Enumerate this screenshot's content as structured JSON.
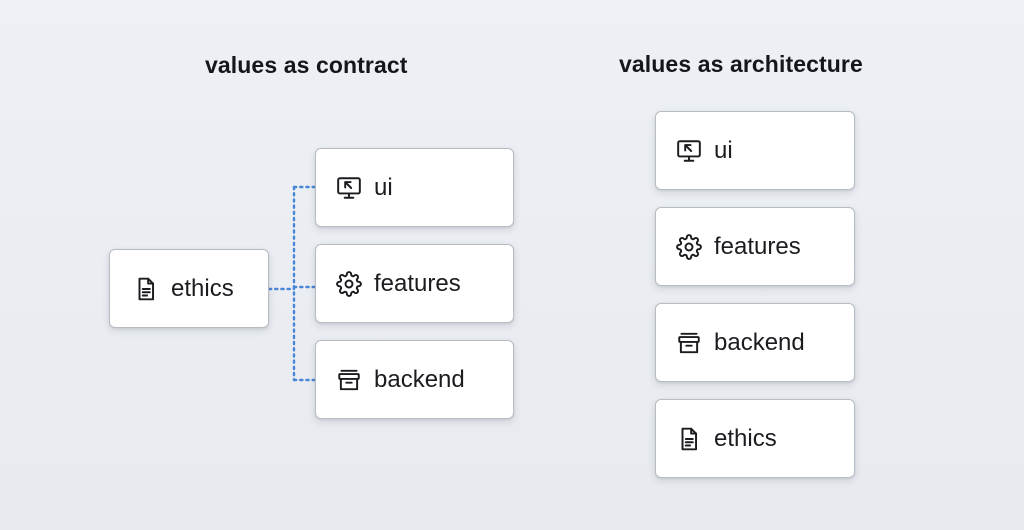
{
  "left_panel": {
    "title": "values as contract",
    "source_node": {
      "label": "ethics",
      "icon": "document-icon"
    },
    "target_nodes": [
      {
        "label": "ui",
        "icon": "monitor-cursor-icon"
      },
      {
        "label": "features",
        "icon": "gear-icon"
      },
      {
        "label": "backend",
        "icon": "archive-box-icon"
      }
    ],
    "connector_style": "dotted",
    "connector_color": "#4a86d8"
  },
  "right_panel": {
    "title": "values as architecture",
    "stack": [
      {
        "label": "ui",
        "icon": "monitor-cursor-icon"
      },
      {
        "label": "features",
        "icon": "gear-icon"
      },
      {
        "label": "backend",
        "icon": "archive-box-icon"
      },
      {
        "label": "ethics",
        "icon": "document-icon"
      }
    ]
  }
}
